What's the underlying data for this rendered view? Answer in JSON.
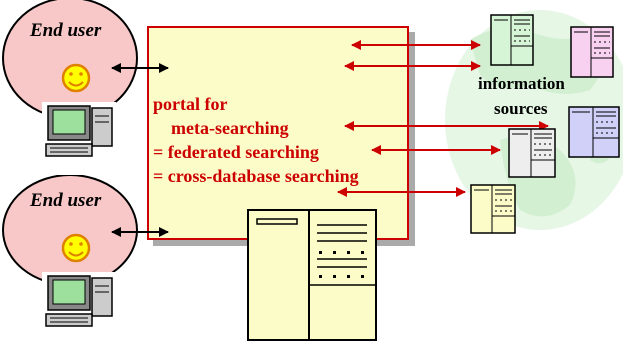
{
  "users": [
    {
      "label": "End user"
    },
    {
      "label": "End user"
    }
  ],
  "portal": {
    "lines": [
      "portal for",
      "meta-searching",
      "= federated searching",
      "= cross-database searching"
    ]
  },
  "sources": {
    "line1": "information",
    "line2": "sources"
  },
  "colors": {
    "user_bubble": "#f8c8c8",
    "portal_fill": "#fcfcc8",
    "portal_border": "#cc0000",
    "arrow_red": "#cc0000",
    "globe": "#dff5df",
    "source_colors": [
      "#d6f5d6",
      "#f8d0f0",
      "#d0d0f8",
      "#eeeeee",
      "#fcfcc8"
    ]
  }
}
